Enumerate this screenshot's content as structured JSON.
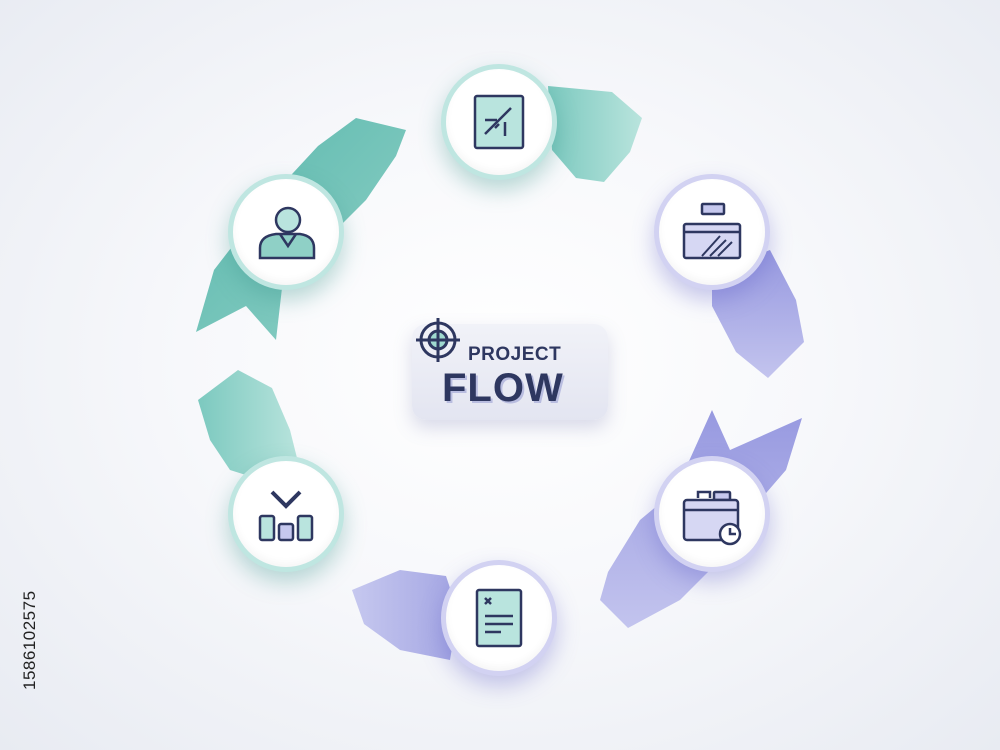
{
  "title": {
    "line1": "PROJECT",
    "line2": "FLOW"
  },
  "stages": [
    {
      "icon": "growth-board-icon",
      "accent": "teal"
    },
    {
      "icon": "chart-window-icon",
      "accent": "violet"
    },
    {
      "icon": "briefcase-clock-icon",
      "accent": "violet"
    },
    {
      "icon": "document-checklist-icon",
      "accent": "violet"
    },
    {
      "icon": "check-bars-icon",
      "accent": "teal"
    },
    {
      "icon": "person-icon",
      "accent": "teal"
    }
  ],
  "colors": {
    "teal": "#5bbab0",
    "teal_light": "#b5e3dc",
    "violet": "#8d8fd8",
    "violet_light": "#c8c9ee",
    "ink": "#2e3760",
    "center_background": "#eceef6"
  },
  "watermark_id": "1586102575"
}
